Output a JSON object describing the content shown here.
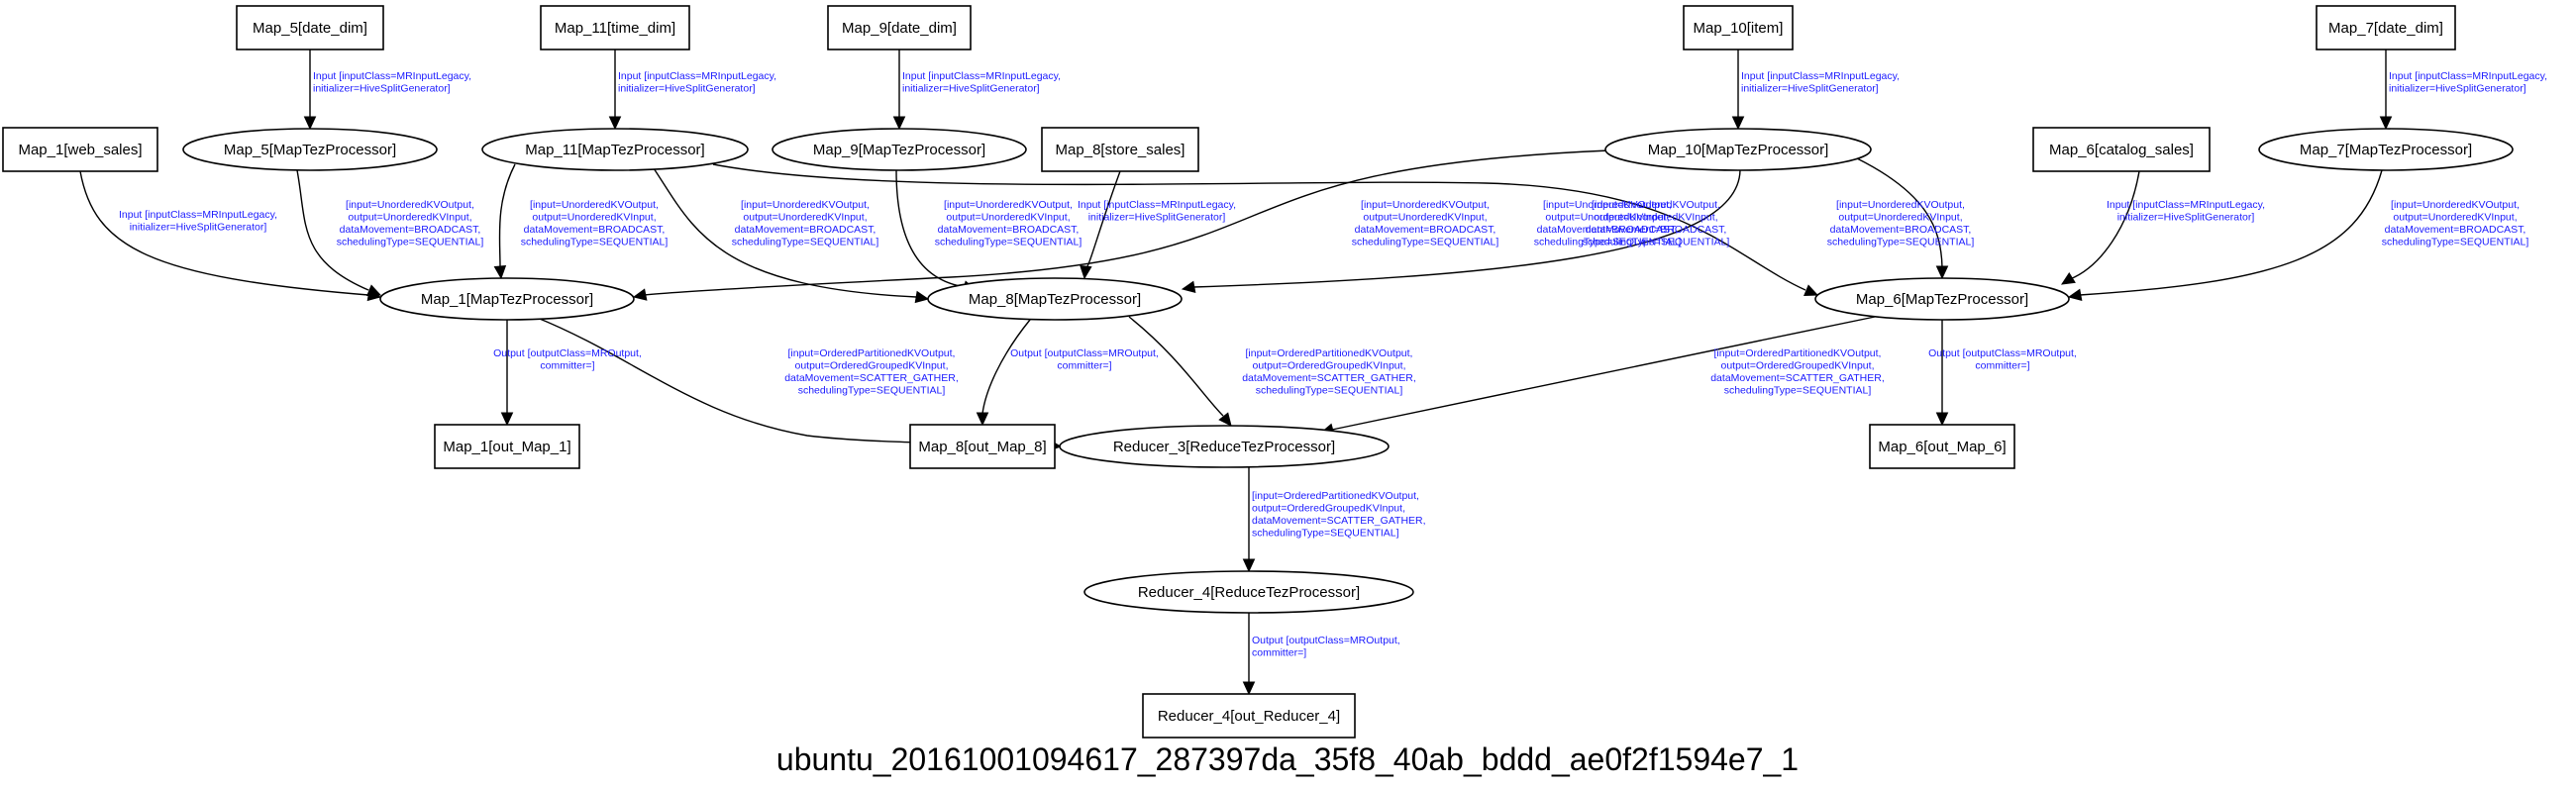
{
  "title": "ubuntu_20161001094617_287397da_35f8_40ab_bddd_ae0f2f1594e7_1",
  "colors": {
    "node_stroke": "#000000",
    "edge": "#000000",
    "edge_label": "#1a1aff",
    "background": "#ffffff"
  },
  "nodes": [
    {
      "id": "map5_src",
      "shape": "box",
      "label": "Map_5[date_dim]"
    },
    {
      "id": "map11_src",
      "shape": "box",
      "label": "Map_11[time_dim]"
    },
    {
      "id": "map9_src",
      "shape": "box",
      "label": "Map_9[date_dim]"
    },
    {
      "id": "map10_src",
      "shape": "box",
      "label": "Map_10[item]"
    },
    {
      "id": "map7_src",
      "shape": "box",
      "label": "Map_7[date_dim]"
    },
    {
      "id": "map1_src",
      "shape": "box",
      "label": "Map_1[web_sales]"
    },
    {
      "id": "map8_src",
      "shape": "box",
      "label": "Map_8[store_sales]"
    },
    {
      "id": "map6_src",
      "shape": "box",
      "label": "Map_6[catalog_sales]"
    },
    {
      "id": "map5_proc",
      "shape": "ellipse",
      "label": "Map_5[MapTezProcessor]"
    },
    {
      "id": "map11_proc",
      "shape": "ellipse",
      "label": "Map_11[MapTezProcessor]"
    },
    {
      "id": "map9_proc",
      "shape": "ellipse",
      "label": "Map_9[MapTezProcessor]"
    },
    {
      "id": "map10_proc",
      "shape": "ellipse",
      "label": "Map_10[MapTezProcessor]"
    },
    {
      "id": "map7_proc",
      "shape": "ellipse",
      "label": "Map_7[MapTezProcessor]"
    },
    {
      "id": "map1_proc",
      "shape": "ellipse",
      "label": "Map_1[MapTezProcessor]"
    },
    {
      "id": "map8_proc",
      "shape": "ellipse",
      "label": "Map_8[MapTezProcessor]"
    },
    {
      "id": "map6_proc",
      "shape": "ellipse",
      "label": "Map_6[MapTezProcessor]"
    },
    {
      "id": "map1_out",
      "shape": "box",
      "label": "Map_1[out_Map_1]"
    },
    {
      "id": "map8_out",
      "shape": "box",
      "label": "Map_8[out_Map_8]"
    },
    {
      "id": "map6_out",
      "shape": "box",
      "label": "Map_6[out_Map_6]"
    },
    {
      "id": "reducer3",
      "shape": "ellipse",
      "label": "Reducer_3[ReduceTezProcessor]"
    },
    {
      "id": "reducer4",
      "shape": "ellipse",
      "label": "Reducer_4[ReduceTezProcessor]"
    },
    {
      "id": "reducer4_out",
      "shape": "box",
      "label": "Reducer_4[out_Reducer_4]"
    }
  ],
  "edges": [
    {
      "from": "map5_src",
      "to": "map5_proc",
      "label": [
        "Input [inputClass=MRInputLegacy,",
        "initializer=HiveSplitGenerator]"
      ]
    },
    {
      "from": "map11_src",
      "to": "map11_proc",
      "label": [
        "Input [inputClass=MRInputLegacy,",
        "initializer=HiveSplitGenerator]"
      ]
    },
    {
      "from": "map9_src",
      "to": "map9_proc",
      "label": [
        "Input [inputClass=MRInputLegacy,",
        "initializer=HiveSplitGenerator]"
      ]
    },
    {
      "from": "map10_src",
      "to": "map10_proc",
      "label": [
        "Input [inputClass=MRInputLegacy,",
        "initializer=HiveSplitGenerator]"
      ]
    },
    {
      "from": "map7_src",
      "to": "map7_proc",
      "label": [
        "Input [inputClass=MRInputLegacy,",
        "initializer=HiveSplitGenerator]"
      ]
    },
    {
      "from": "map1_src",
      "to": "map1_proc",
      "label": [
        "Input [inputClass=MRInputLegacy,",
        "initializer=HiveSplitGenerator]"
      ]
    },
    {
      "from": "map5_proc",
      "to": "map1_proc",
      "label": [
        "[input=UnorderedKVOutput,",
        "output=UnorderedKVInput,",
        "dataMovement=BROADCAST,",
        "schedulingType=SEQUENTIAL]"
      ]
    },
    {
      "from": "map11_proc",
      "to": "map1_proc",
      "label": [
        "[input=UnorderedKVOutput,",
        "output=UnorderedKVInput,",
        "dataMovement=BROADCAST,",
        "schedulingType=SEQUENTIAL]"
      ]
    },
    {
      "from": "map11_proc",
      "to": "map8_proc",
      "label": [
        "[input=UnorderedKVOutput,",
        "output=UnorderedKVInput,",
        "dataMovement=BROADCAST,",
        "schedulingType=SEQUENTIAL]"
      ]
    },
    {
      "from": "map11_proc",
      "to": "map6_proc",
      "label": [
        "[input=UnorderedKVOutput,",
        "output=UnorderedKVInput,",
        "dataMovement=BROADCAST,",
        "schedulingType=SEQUENTIAL]"
      ]
    },
    {
      "from": "map9_proc",
      "to": "map8_proc",
      "label": [
        "[input=UnorderedKVOutput,",
        "output=UnorderedKVInput,",
        "dataMovement=BROADCAST,",
        "schedulingType=SEQUENTIAL]"
      ]
    },
    {
      "from": "map8_src",
      "to": "map8_proc",
      "label": [
        "Input [inputClass=MRInputLegacy,",
        "initializer=HiveSplitGenerator]"
      ]
    },
    {
      "from": "map10_proc",
      "to": "map1_proc",
      "label": [
        "[input=UnorderedKVOutput,",
        "output=UnorderedKVInput,",
        "dataMovement=BROADCAST,",
        "schedulingType=SEQUENTIAL]"
      ]
    },
    {
      "from": "map10_proc",
      "to": "map8_proc",
      "label": [
        "[input=UnorderedKVOutput,",
        "output=UnorderedKVInput,",
        "dataMovement=BROADCAST,",
        "schedulingType=SEQUENTIAL]"
      ]
    },
    {
      "from": "map10_proc",
      "to": "map6_proc",
      "label": [
        "[input=UnorderedKVOutput,",
        "output=UnorderedKVInput,",
        "dataMovement=BROADCAST,",
        "schedulingType=SEQUENTIAL]"
      ]
    },
    {
      "from": "map6_src",
      "to": "map6_proc",
      "label": [
        "Input [inputClass=MRInputLegacy,",
        "initializer=HiveSplitGenerator]"
      ]
    },
    {
      "from": "map7_proc",
      "to": "map6_proc",
      "label": [
        "[input=UnorderedKVOutput,",
        "output=UnorderedKVInput,",
        "dataMovement=BROADCAST,",
        "schedulingType=SEQUENTIAL]"
      ]
    },
    {
      "from": "map1_proc",
      "to": "map1_out",
      "label": [
        "Output [outputClass=MROutput,",
        "committer=]"
      ]
    },
    {
      "from": "map1_proc",
      "to": "reducer3",
      "label": [
        "[input=OrderedPartitionedKVOutput,",
        "output=OrderedGroupedKVInput,",
        "dataMovement=SCATTER_GATHER,",
        "schedulingType=SEQUENTIAL]"
      ]
    },
    {
      "from": "map8_proc",
      "to": "map8_out",
      "label": [
        "Output [outputClass=MROutput,",
        "committer=]"
      ]
    },
    {
      "from": "map8_proc",
      "to": "reducer3",
      "label": [
        "[input=OrderedPartitionedKVOutput,",
        "output=OrderedGroupedKVInput,",
        "dataMovement=SCATTER_GATHER,",
        "schedulingType=SEQUENTIAL]"
      ]
    },
    {
      "from": "map6_proc",
      "to": "reducer3",
      "label": [
        "[input=OrderedPartitionedKVOutput,",
        "output=OrderedGroupedKVInput,",
        "dataMovement=SCATTER_GATHER,",
        "schedulingType=SEQUENTIAL]"
      ]
    },
    {
      "from": "map6_proc",
      "to": "map6_out",
      "label": [
        "Output [outputClass=MROutput,",
        "committer=]"
      ]
    },
    {
      "from": "reducer3",
      "to": "reducer4",
      "label": [
        "[input=OrderedPartitionedKVOutput,",
        "output=OrderedGroupedKVInput,",
        "dataMovement=SCATTER_GATHER,",
        "schedulingType=SEQUENTIAL]"
      ]
    },
    {
      "from": "reducer4",
      "to": "reducer4_out",
      "label": [
        "Output [outputClass=MROutput,",
        "committer=]"
      ]
    }
  ]
}
